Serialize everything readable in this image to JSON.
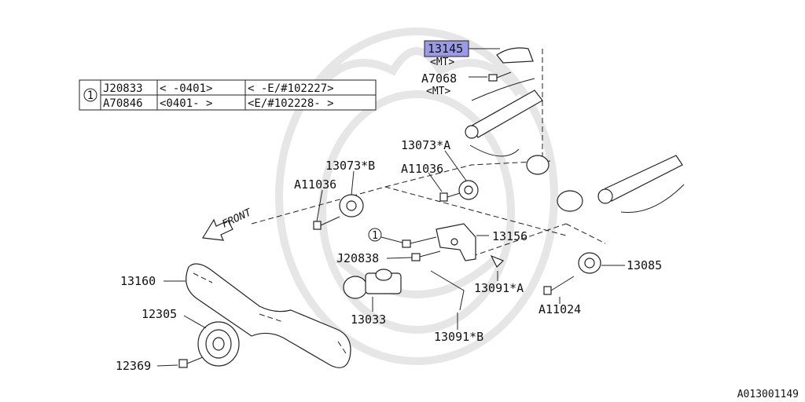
{
  "table": {
    "marker": "1",
    "rows": [
      {
        "part": "J20833",
        "date": "<      -0401>",
        "vin": "<    -E/#102227>"
      },
      {
        "part": "A70846",
        "date": "<0401-      >",
        "vin": "<E/#102228-    >"
      }
    ]
  },
  "labels": {
    "p13145": "13145",
    "mt1": "<MT>",
    "a7068": "A7068",
    "mt2": "<MT>",
    "p13073a": "13073*A",
    "p13073b": "13073*B",
    "a11036_1": "A11036",
    "a11036_2": "A11036",
    "p13156": "13156",
    "callout1": "1",
    "j20838": "J20838",
    "p13085": "13085",
    "p13160": "13160",
    "p13091a": "13091*A",
    "a11024": "A11024",
    "p12305": "12305",
    "p13033": "13033",
    "p13091b": "13091*B",
    "p12369": "12369",
    "front": "FRONT"
  },
  "diagram_id": "A013001149",
  "colors": {
    "highlight": "#9a9ae6",
    "ink": "#222222",
    "watermark": "#e6e6e6"
  }
}
